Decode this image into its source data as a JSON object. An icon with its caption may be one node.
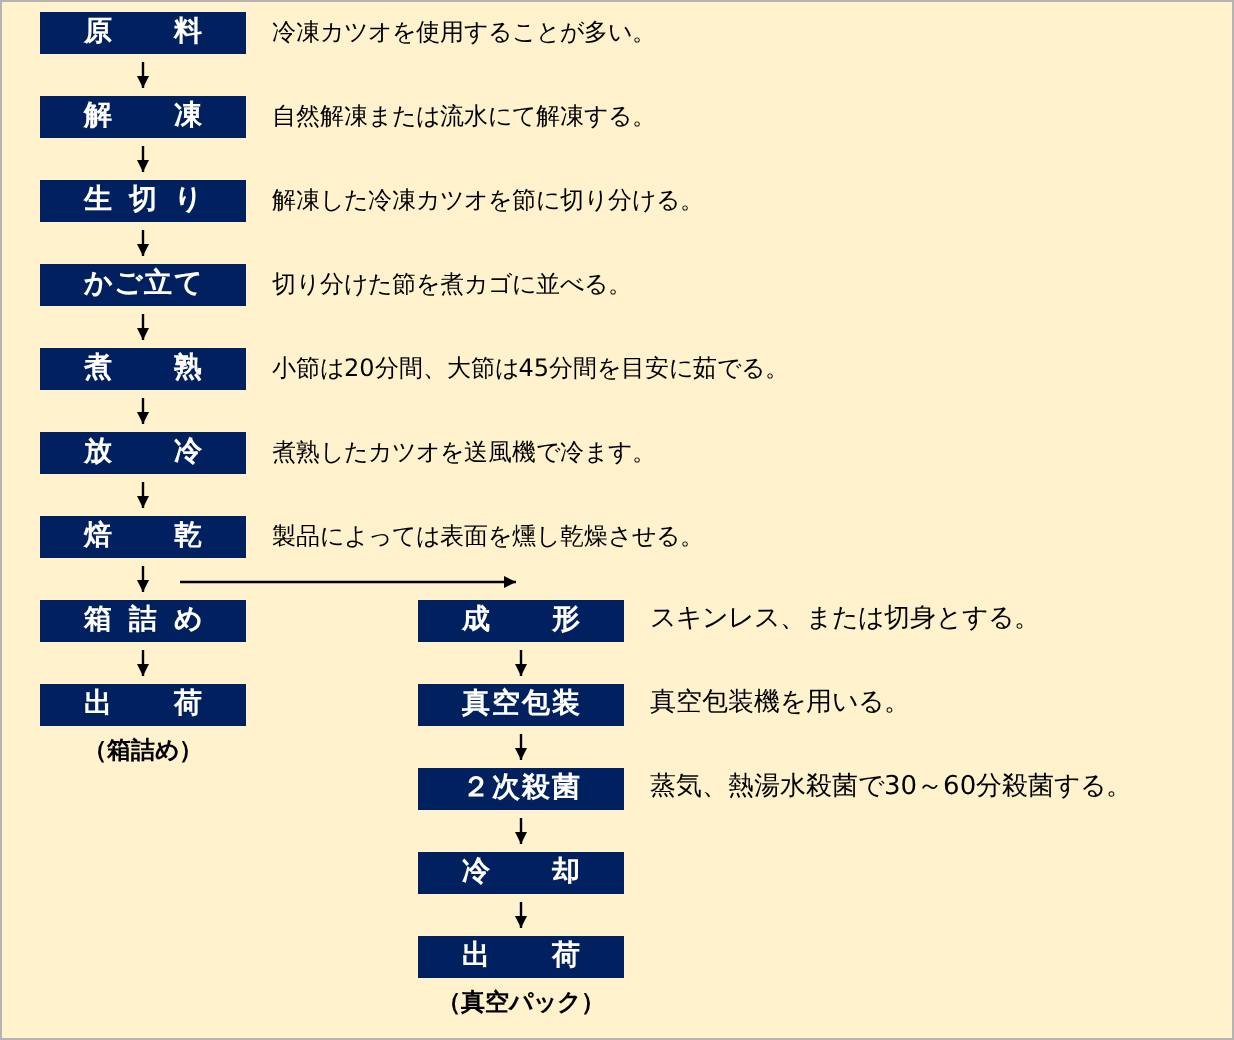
{
  "diagram": {
    "nodes": [
      {
        "text": [
          "原料"
        ],
        "beside": [
          "冷凍カツオを使用することが多い。"
        ]
      },
      {
        "text": [
          "解凍"
        ],
        "beside": [
          "自然解凍または流水にて解凍する。"
        ]
      },
      {
        "text": [
          "生切り"
        ],
        "beside": [
          "解凍した冷凍カツオを節に切り分ける。"
        ]
      },
      {
        "text": [
          "かご立て"
        ],
        "beside": [
          "切り分けた節を煮カゴに並べる。"
        ]
      },
      {
        "text": [
          "煮熟"
        ],
        "beside": [
          "小節は20分間、大節は45分間を目安に茹でる。"
        ]
      },
      {
        "text": [
          "放冷"
        ],
        "beside": [
          "煮熟したカツオを送風機で冷ます。"
        ]
      },
      {
        "text": [
          "焙乾"
        ],
        "beside": [
          "製品によっては表面を燻し乾燥させる。"
        ]
      },
      {
        "text": [
          "箱詰め"
        ]
      },
      {
        "text": [
          "出荷"
        ],
        "beside": [
          "（箱詰め）"
        ]
      },
      {
        "text": [
          "成形"
        ],
        "beside": [
          "スキンレス、または切身とする。"
        ]
      },
      {
        "text": [
          "真空包装"
        ],
        "beside": [
          "真空包装機を用いる。"
        ]
      },
      {
        "text": [
          "２次殺菌"
        ],
        "beside": [
          "蒸気、熱湯水殺菌で30～60分殺菌する。"
        ]
      },
      {
        "text": [
          "冷却"
        ]
      },
      {
        "text": [
          "出荷"
        ],
        "beside": [
          "（真空パック）"
        ]
      }
    ],
    "edges": [
      {
        "from": 0,
        "to": 1,
        "arrow": "to"
      },
      {
        "from": 1,
        "to": 2,
        "arrow": "to"
      },
      {
        "from": 2,
        "to": 3,
        "arrow": "to"
      },
      {
        "from": 3,
        "to": 4,
        "arrow": "to"
      },
      {
        "from": 4,
        "to": 5,
        "arrow": "to"
      },
      {
        "from": 5,
        "to": 6,
        "arrow": "to"
      },
      {
        "from": 6,
        "to": 7,
        "arrow": "to"
      },
      {
        "from": 7,
        "to": 8,
        "arrow": "to"
      },
      {
        "from": 6,
        "to": 9,
        "arrow": "to"
      },
      {
        "from": 9,
        "to": 10,
        "arrow": "to"
      },
      {
        "from": 10,
        "to": 11,
        "arrow": "to"
      },
      {
        "from": 11,
        "to": 12,
        "arrow": "to"
      },
      {
        "from": 12,
        "to": 13,
        "arrow": "to"
      }
    ]
  }
}
